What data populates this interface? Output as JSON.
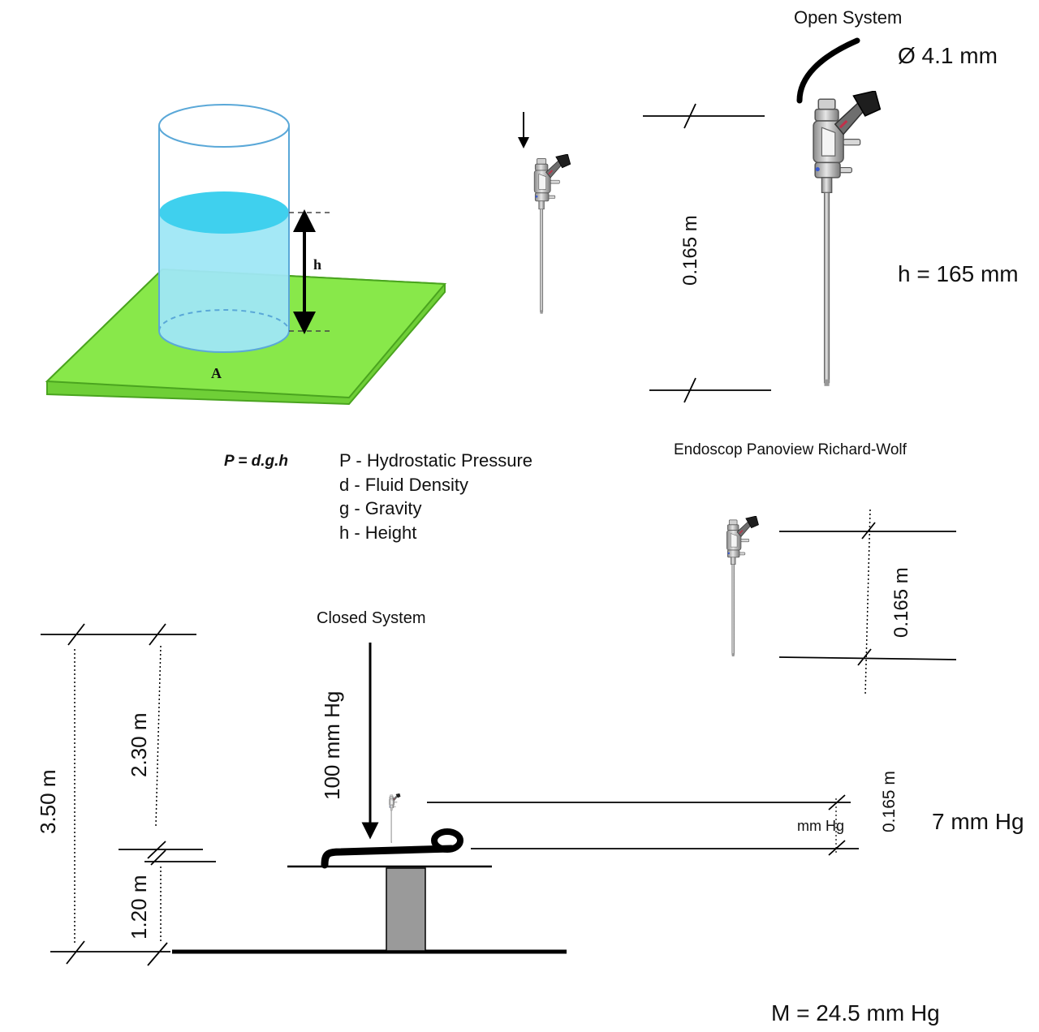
{
  "hydrostatic": {
    "height_symbol": "h",
    "area_symbol": "A",
    "formula": "P = d.g.h",
    "legend": [
      "P - Hydrostatic Pressure",
      "d - Fluid Density",
      "g - Gravity",
      "h - Height"
    ]
  },
  "open_system": {
    "title": "Open System",
    "diameter": "Ø 4.1 mm",
    "height_dim": "0.165 m",
    "height_value": "h = 165 mm",
    "caption": "Endoscop Panoview Richard-Wolf"
  },
  "small_scope": {
    "height_dim": "0.165 m"
  },
  "closed_system": {
    "title": "Closed System",
    "arrow_label": "100 mm Hg",
    "total_height": "3.50 m",
    "upper_height": "2.30 m",
    "lower_height": "1.20 m",
    "scope_height": "0.165 m",
    "scope_pressure": "7 mm Hg",
    "faint_label": "mm Hg",
    "mean_pressure": "M = 24.5 mm Hg"
  },
  "colors": {
    "water": "#9fe7f6",
    "water_top": "#3fd0ee",
    "base_plate": "#88e84a",
    "cylinder_outline": "#5aa8d8",
    "table_column": "#9a9a9a"
  },
  "icons": [
    "cylinder-icon",
    "endoscope-icon",
    "arrow-down-icon",
    "dimension-tick-icon"
  ]
}
